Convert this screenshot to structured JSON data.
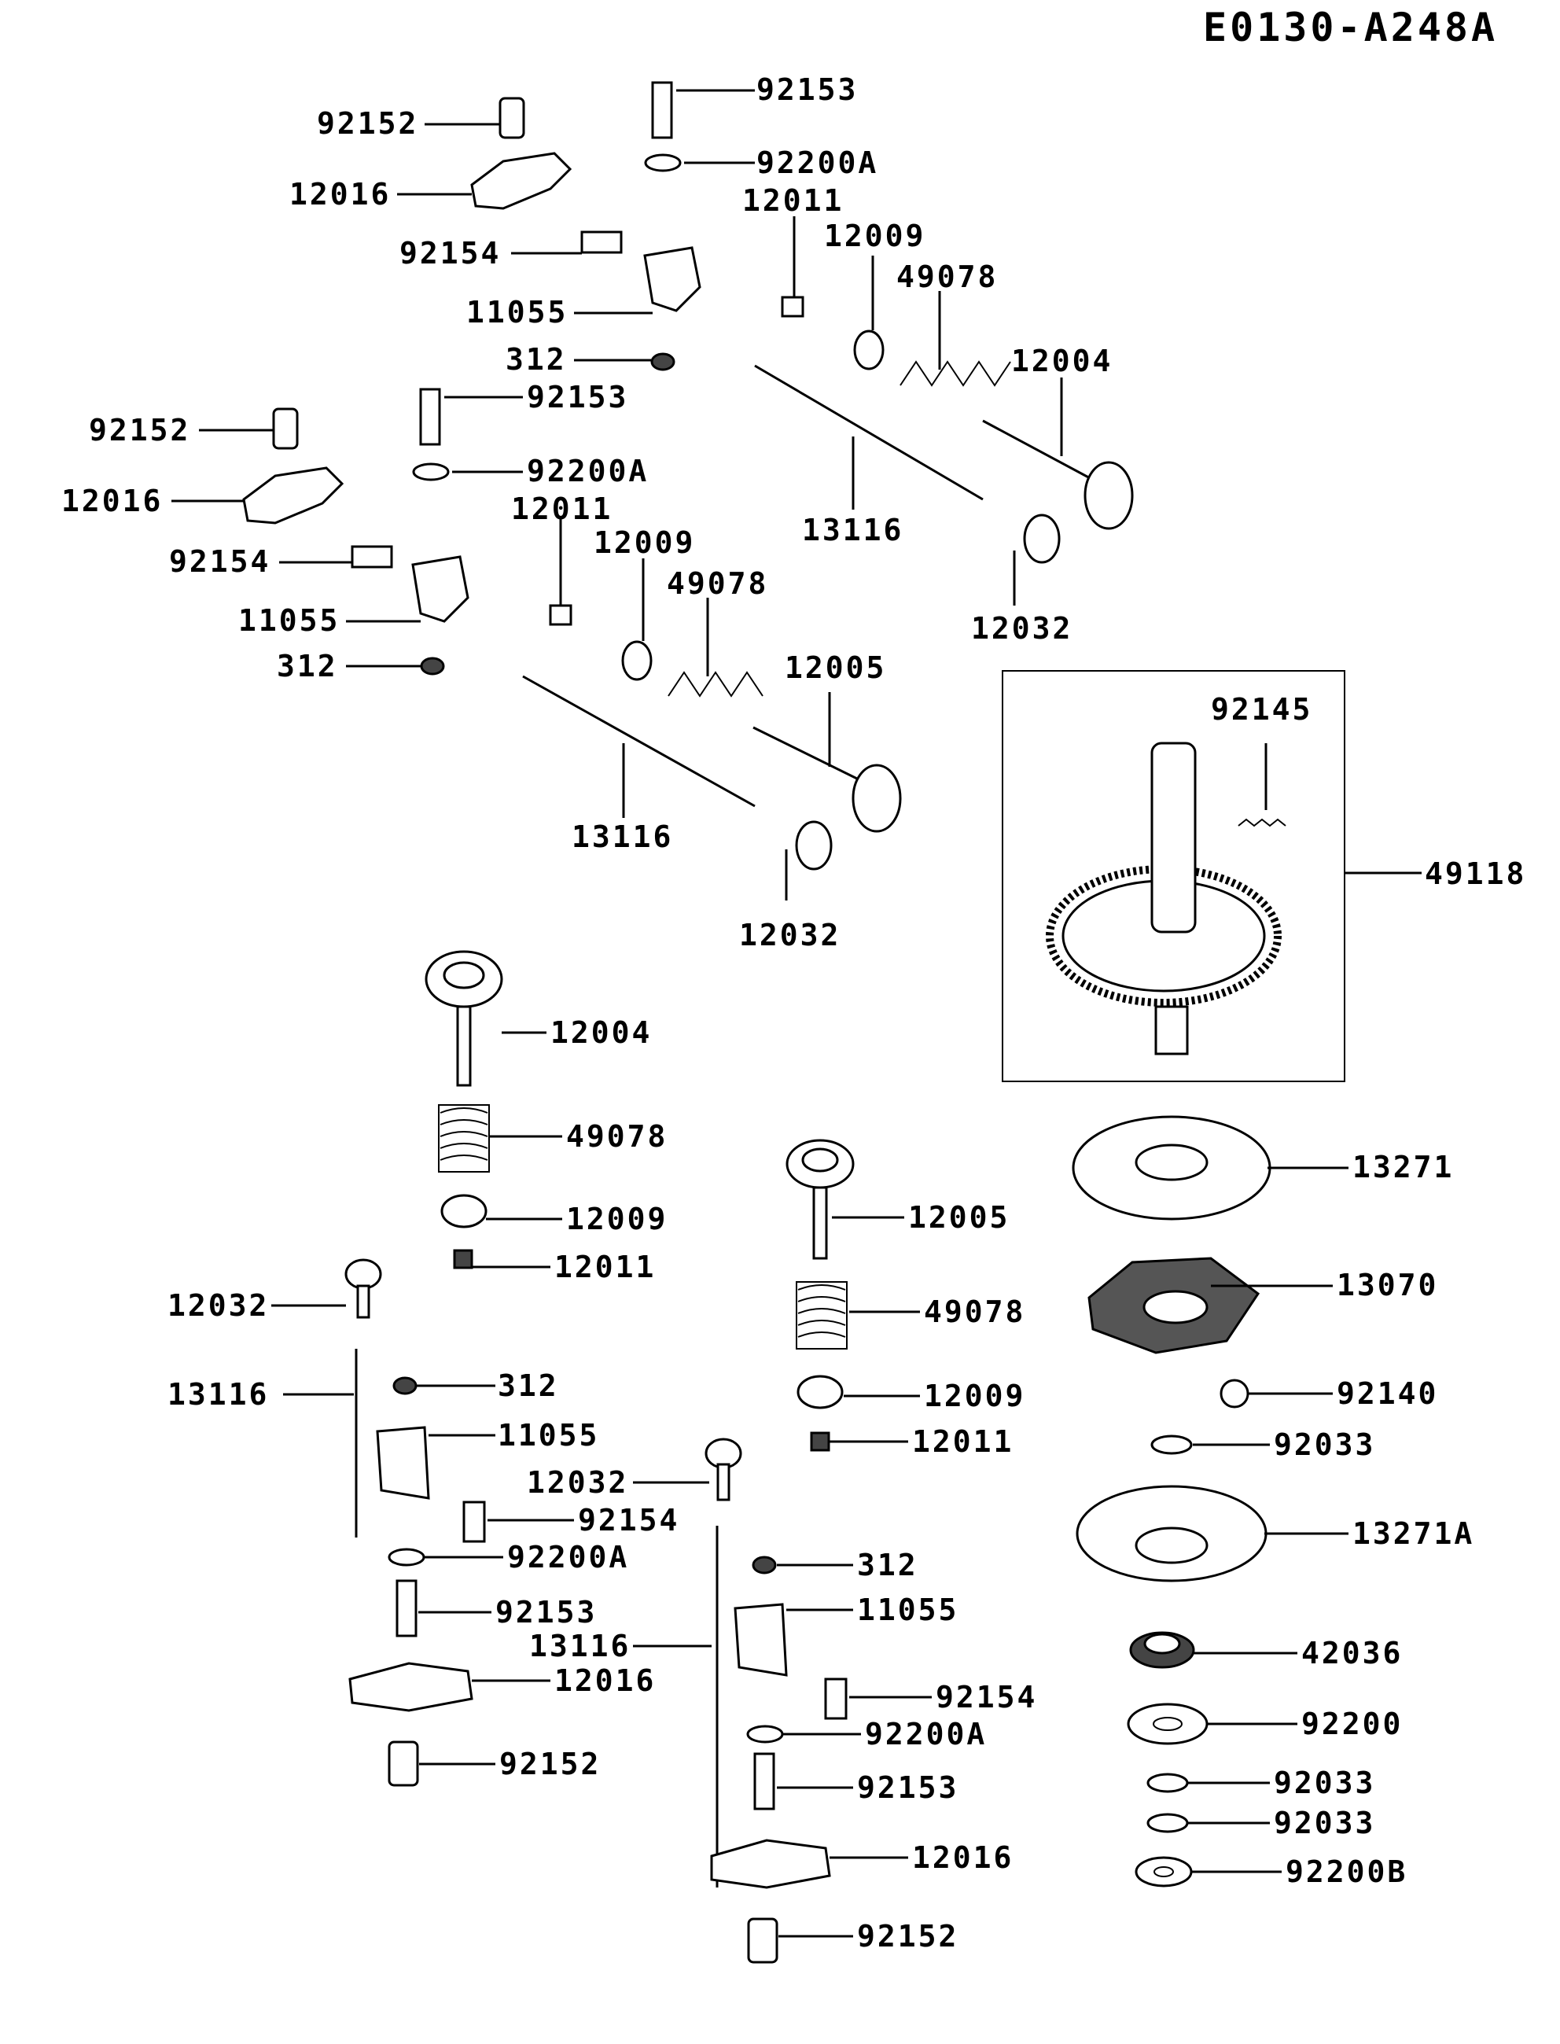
{
  "diagram_code": "E0130-A248A",
  "labels": {
    "a1": "92153",
    "a2": "92152",
    "a3": "92200A",
    "a4": "12016",
    "a5": "12011",
    "a6": "12009",
    "a7": "92154",
    "a8": "49078",
    "a9": "11055",
    "a10": "12004",
    "a11": "312",
    "a12": "13116",
    "a13": "12032",
    "b1": "92153",
    "b2": "92152",
    "b3": "92200A",
    "b4": "12016",
    "b5": "12011",
    "b6": "12009",
    "b7": "92154",
    "b8": "49078",
    "b9": "11055",
    "b10": "12005",
    "b11": "312",
    "b12": "13116",
    "b13": "12032",
    "c1": "92145",
    "c2": "49118",
    "d1": "12004",
    "d2": "49078",
    "d3": "12009",
    "d4": "12011",
    "d5": "12032",
    "d6": "13116",
    "d7": "312",
    "d8": "11055",
    "d9": "92154",
    "d10": "92200A",
    "d11": "92153",
    "d12": "12016",
    "d13": "92152",
    "e1": "12005",
    "e2": "49078",
    "e3": "12009",
    "e4": "12011",
    "e5": "12032",
    "e6": "312",
    "e7": "11055",
    "e8": "13116",
    "e9": "92154",
    "e10": "92200A",
    "e11": "92153",
    "e12": "12016",
    "e13": "92152",
    "f1": "13271",
    "f2": "13070",
    "f3": "92140",
    "f4": "92033",
    "f5": "13271A",
    "f6": "42036",
    "f7": "92200",
    "f8": "92033",
    "f9": "92033",
    "f10": "92200B"
  }
}
